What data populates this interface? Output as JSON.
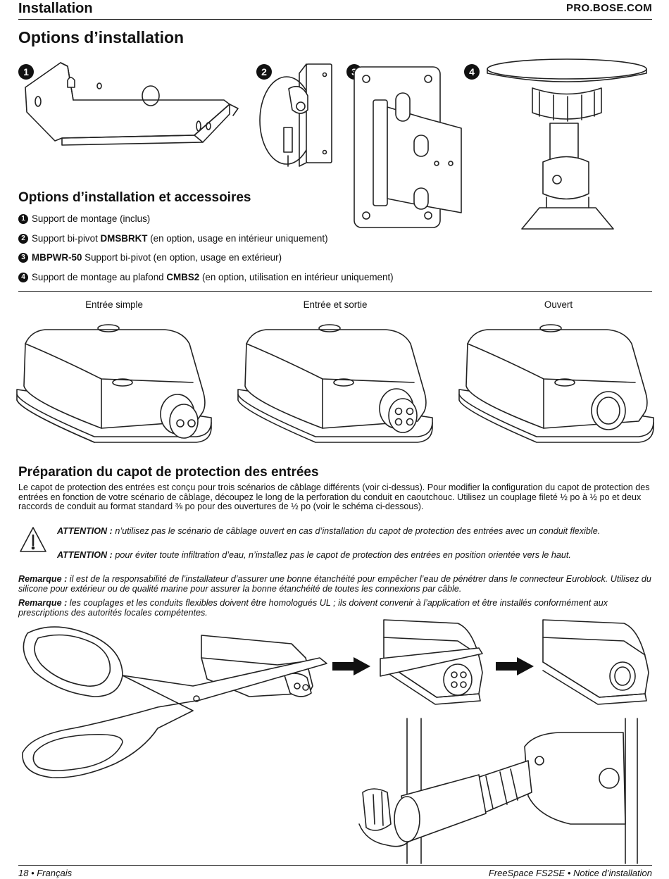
{
  "header": {
    "section": "Installation",
    "site": "PRO.BOSE.COM"
  },
  "page_title": "Options d’installation",
  "figure_numbers": [
    "1",
    "2",
    "3",
    "4"
  ],
  "accessories": {
    "title": "Options d’installation et accessoires",
    "items": [
      {
        "num": "1",
        "pre": "Support de montage (inclus)",
        "bold": "",
        "post": ""
      },
      {
        "num": "2",
        "pre": "Support bi-pivot ",
        "bold": "DMSBRKT",
        "post": " (en option, usage en intérieur uniquement)"
      },
      {
        "num": "3",
        "pre": "",
        "bold": "MBPWR-50",
        "post": " Support bi-pivot (en option, usage en extérieur)"
      },
      {
        "num": "4",
        "pre": "Support de montage au plafond ",
        "bold": "CMBS2",
        "post": " (en option, utilisation en intérieur uniquement)"
      }
    ]
  },
  "captions": {
    "simple": "Entrée simple",
    "in_out": "Entrée et sortie",
    "open": "Ouvert"
  },
  "prep": {
    "title": "Préparation du capot de protection des entrées",
    "body": "Le capot de protection des entrées est conçu pour trois scénarios de câblage différents (voir ci-dessus). Pour modifier la configuration du capot de protection des entrées en fonction de votre scénario de câblage, découpez le long de la perforation du conduit en caoutchouc. Utilisez un couplage fileté ½ po à ½ po et deux raccords de conduit au format standard ⅜ po pour des ouvertures de ½ po (voir le schéma ci-dessous).",
    "warn1_label": "ATTENTION :",
    "warn1": " n’utilisez pas le scénario de câblage ouvert en cas d’installation du capot de protection des entrées avec un conduit flexible.",
    "warn2_label": "ATTENTION :",
    "warn2": " pour éviter toute infiltration d’eau, n’installez pas le capot de protection des entrées en position orientée vers le haut.",
    "note1_label": "Remarque :",
    "note1": " il est de la responsabilité de l’installateur d’assurer une bonne étanchéité pour empêcher l’eau de pénétrer dans le connecteur Euroblock. Utilisez du silicone pour extérieur ou de qualité marine pour assurer la bonne étanchéité de toutes les connexions par câble.",
    "note2_label": "Remarque :",
    "note2": " les couplages et les conduits flexibles doivent être homologués UL ; ils doivent convenir à l’application et être installés conformément aux prescriptions des autorités locales compétentes."
  },
  "footer": {
    "left": "18 • Français",
    "right": "FreeSpace FS2SE • Notice d’installation"
  },
  "icons": [
    "warning-triangle-icon",
    "arrow-right-icon"
  ]
}
